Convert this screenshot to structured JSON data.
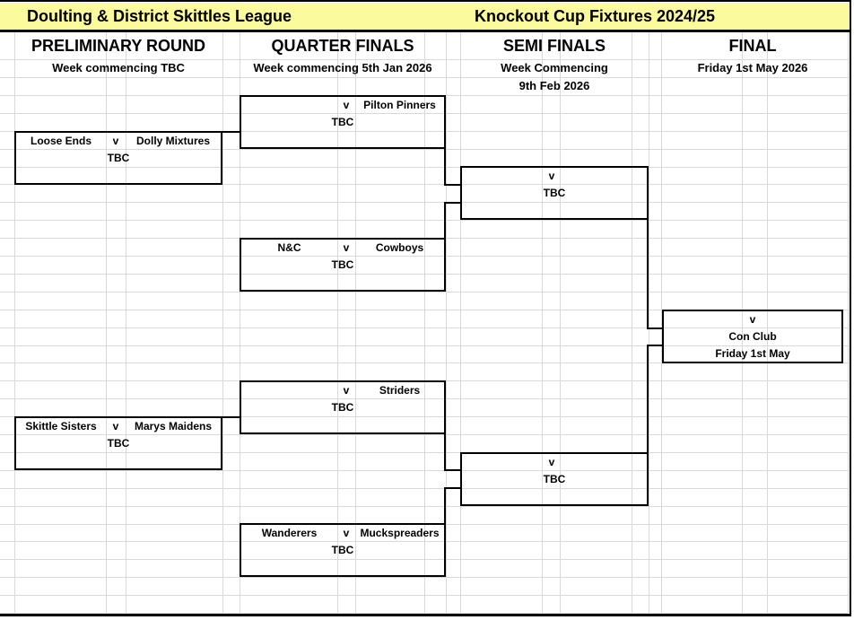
{
  "title_bar": {
    "league": "Doulting & District Skittles League",
    "competition": "Knockout Cup Fixtures 2024/25"
  },
  "labels": {
    "versus": "v"
  },
  "rounds": [
    {
      "name": "PRELIMINARY ROUND",
      "date_line1": "Week commencing TBC",
      "date_line2": ""
    },
    {
      "name": "QUARTER FINALS",
      "date_line1": "Week commencing 5th Jan 2026",
      "date_line2": ""
    },
    {
      "name": "SEMI FINALS",
      "date_line1": "Week Commencing",
      "date_line2": "9th Feb 2026"
    },
    {
      "name": "FINAL",
      "date_line1": "Friday 1st May 2026",
      "date_line2": ""
    }
  ],
  "matches": {
    "prelim1": {
      "team1": "Loose Ends",
      "team2": "Dolly Mixtures",
      "date": "TBC"
    },
    "prelim2": {
      "team1": "Skittle Sisters",
      "team2": "Marys Maidens",
      "date": "TBC"
    },
    "qf1": {
      "team1": "",
      "team2": "Pilton Pinners",
      "date": "TBC"
    },
    "qf2": {
      "team1": "N&C",
      "team2": "Cowboys",
      "date": "TBC"
    },
    "qf3": {
      "team1": "",
      "team2": "Striders",
      "date": "TBC"
    },
    "qf4": {
      "team1": "Wanderers",
      "team2": "Muckspreaders",
      "date": "TBC"
    },
    "sf1": {
      "team1": "",
      "team2": "",
      "date": "TBC"
    },
    "sf2": {
      "team1": "",
      "team2": "",
      "date": "TBC"
    },
    "final": {
      "venue": "Con Club",
      "date": "Friday 1st May"
    }
  },
  "colors": {
    "header_bg": "#fbfb9e",
    "grid_line": "#d9d9d9",
    "border": "#000000"
  }
}
